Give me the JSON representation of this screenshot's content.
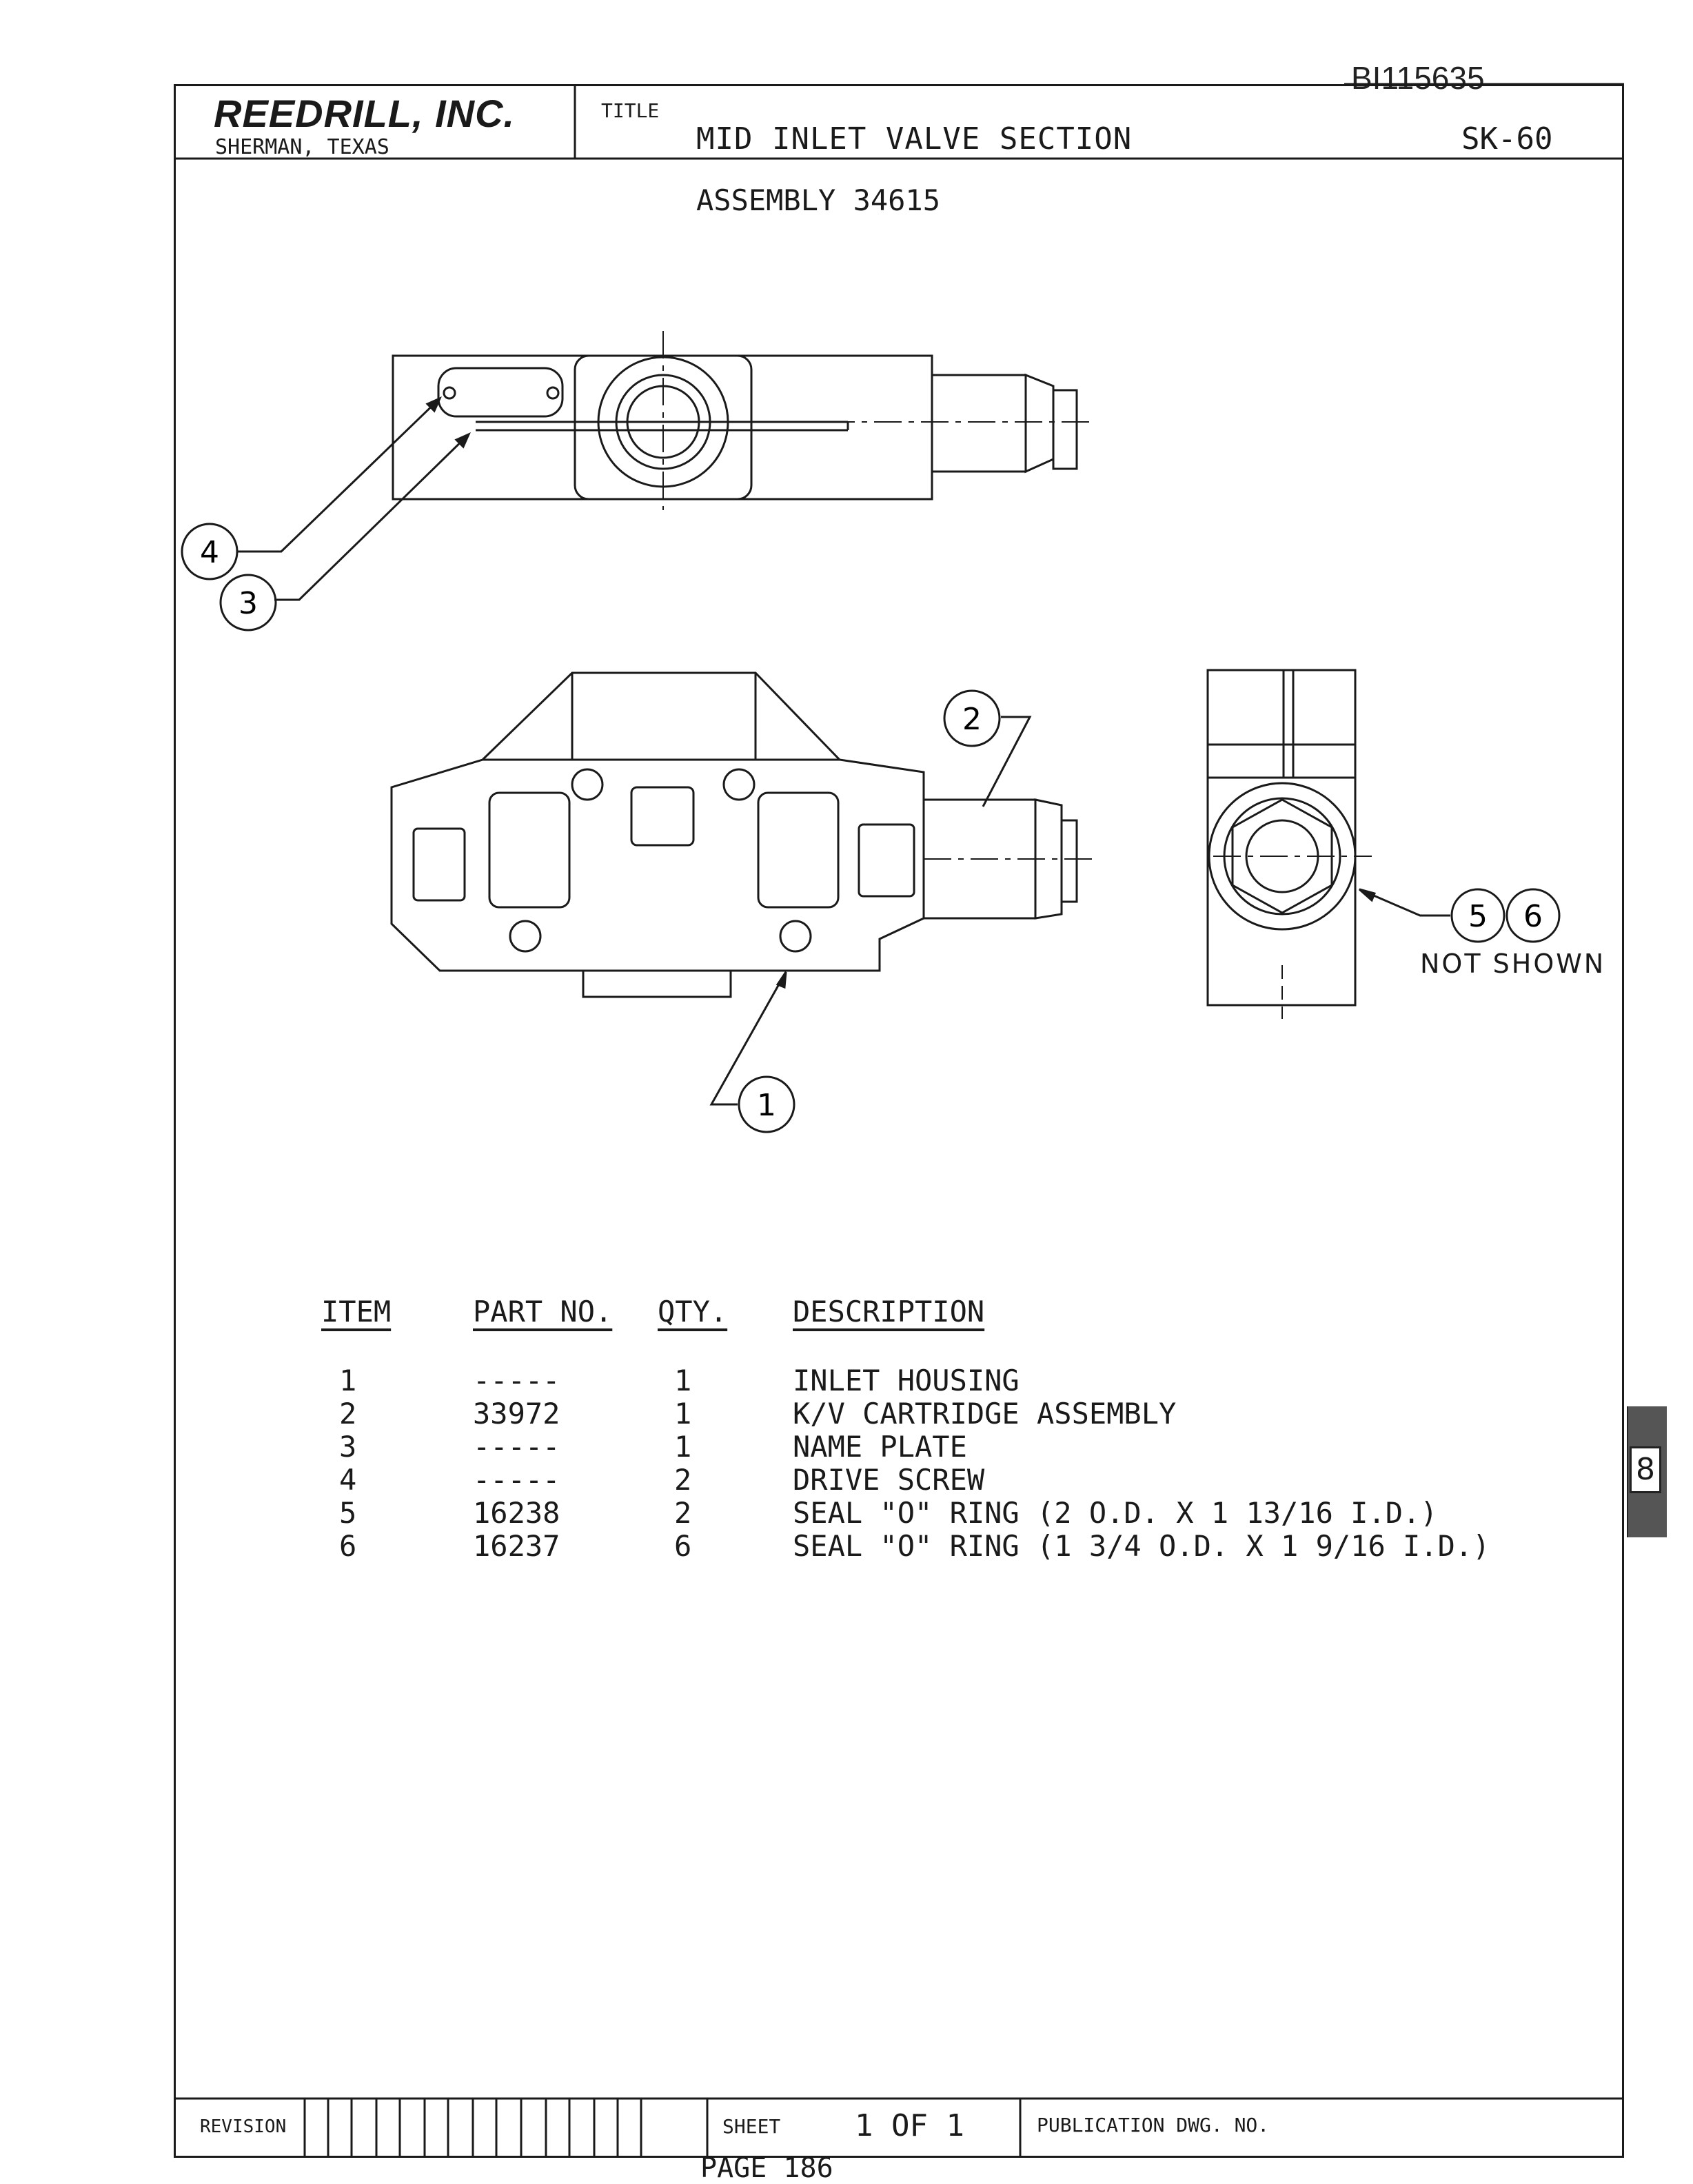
{
  "document_id": "BI115635",
  "title_block": {
    "company": "REEDRILL, INC.",
    "location": "SHERMAN, TEXAS",
    "title_caption": "TITLE",
    "title": "MID INLET VALVE SECTION",
    "sheet_code": "SK-60"
  },
  "assembly": "ASSEMBLY 34615",
  "callouts": [
    "4",
    "3",
    "2",
    "1",
    "5",
    "6"
  ],
  "note": "NOT SHOWN",
  "parts_list": {
    "headers": [
      "ITEM",
      "PART NO.",
      "QTY.",
      "DESCRIPTION"
    ],
    "rows": [
      {
        "item": "1",
        "part_no": "-----",
        "qty": "1",
        "description": "INLET HOUSING"
      },
      {
        "item": "2",
        "part_no": "33972",
        "qty": "1",
        "description": "K/V CARTRIDGE ASSEMBLY"
      },
      {
        "item": "3",
        "part_no": "-----",
        "qty": "1",
        "description": "NAME PLATE"
      },
      {
        "item": "4",
        "part_no": "-----",
        "qty": "2",
        "description": "DRIVE SCREW"
      },
      {
        "item": "5",
        "part_no": "16238",
        "qty": "2",
        "description": "SEAL \"O\" RING (2 O.D. X 1 13/16 I.D.)"
      },
      {
        "item": "6",
        "part_no": "16237",
        "qty": "6",
        "description": "SEAL \"O\" RING (1 3/4 O.D. X 1 9/16 I.D.)"
      }
    ]
  },
  "footer": {
    "revision_label": "REVISION",
    "sheet_label": "SHEET",
    "sheet_value": "1 OF 1",
    "publication_label": "PUBLICATION DWG. NO.",
    "page": "PAGE 186"
  },
  "side_tab": "8"
}
